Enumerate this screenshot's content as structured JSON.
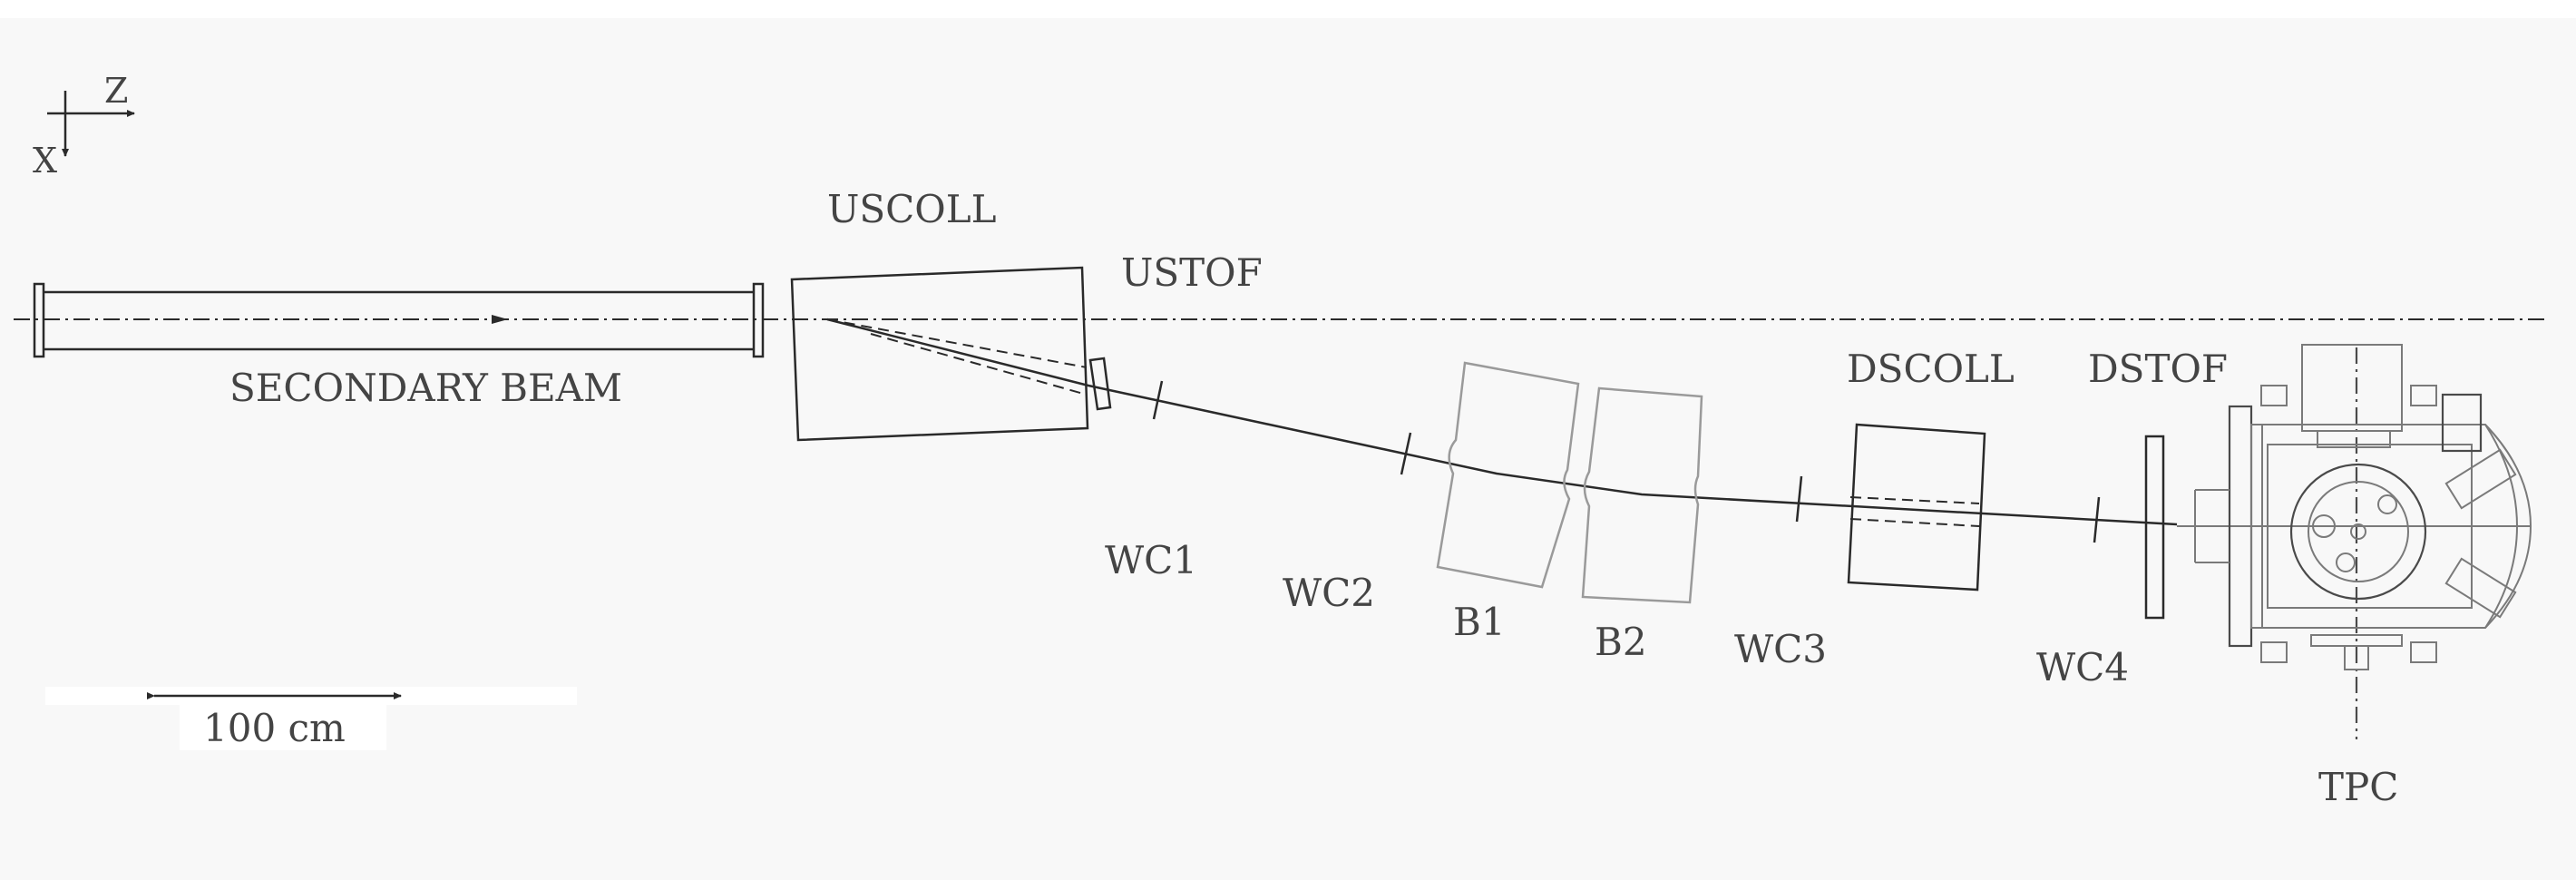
{
  "axes_indicator": {
    "z_label": "Z",
    "x_label": "X"
  },
  "labels": {
    "secondary_beam": "SECONDARY BEAM",
    "uscoll": "USCOLL",
    "ustof": "USTOF",
    "wc1": "WC1",
    "wc2": "WC2",
    "b1": "B1",
    "b2": "B2",
    "wc3": "WC3",
    "dscoll": "DSCOLL",
    "dstof": "DSTOF",
    "wc4": "WC4",
    "tpc": "TPC"
  },
  "scale_bar": {
    "label": "100 cm"
  },
  "colors": {
    "background": "#f8f8f8",
    "line": "#2a2a2a",
    "magnet": "#9a9a9a",
    "text": "#444444"
  }
}
